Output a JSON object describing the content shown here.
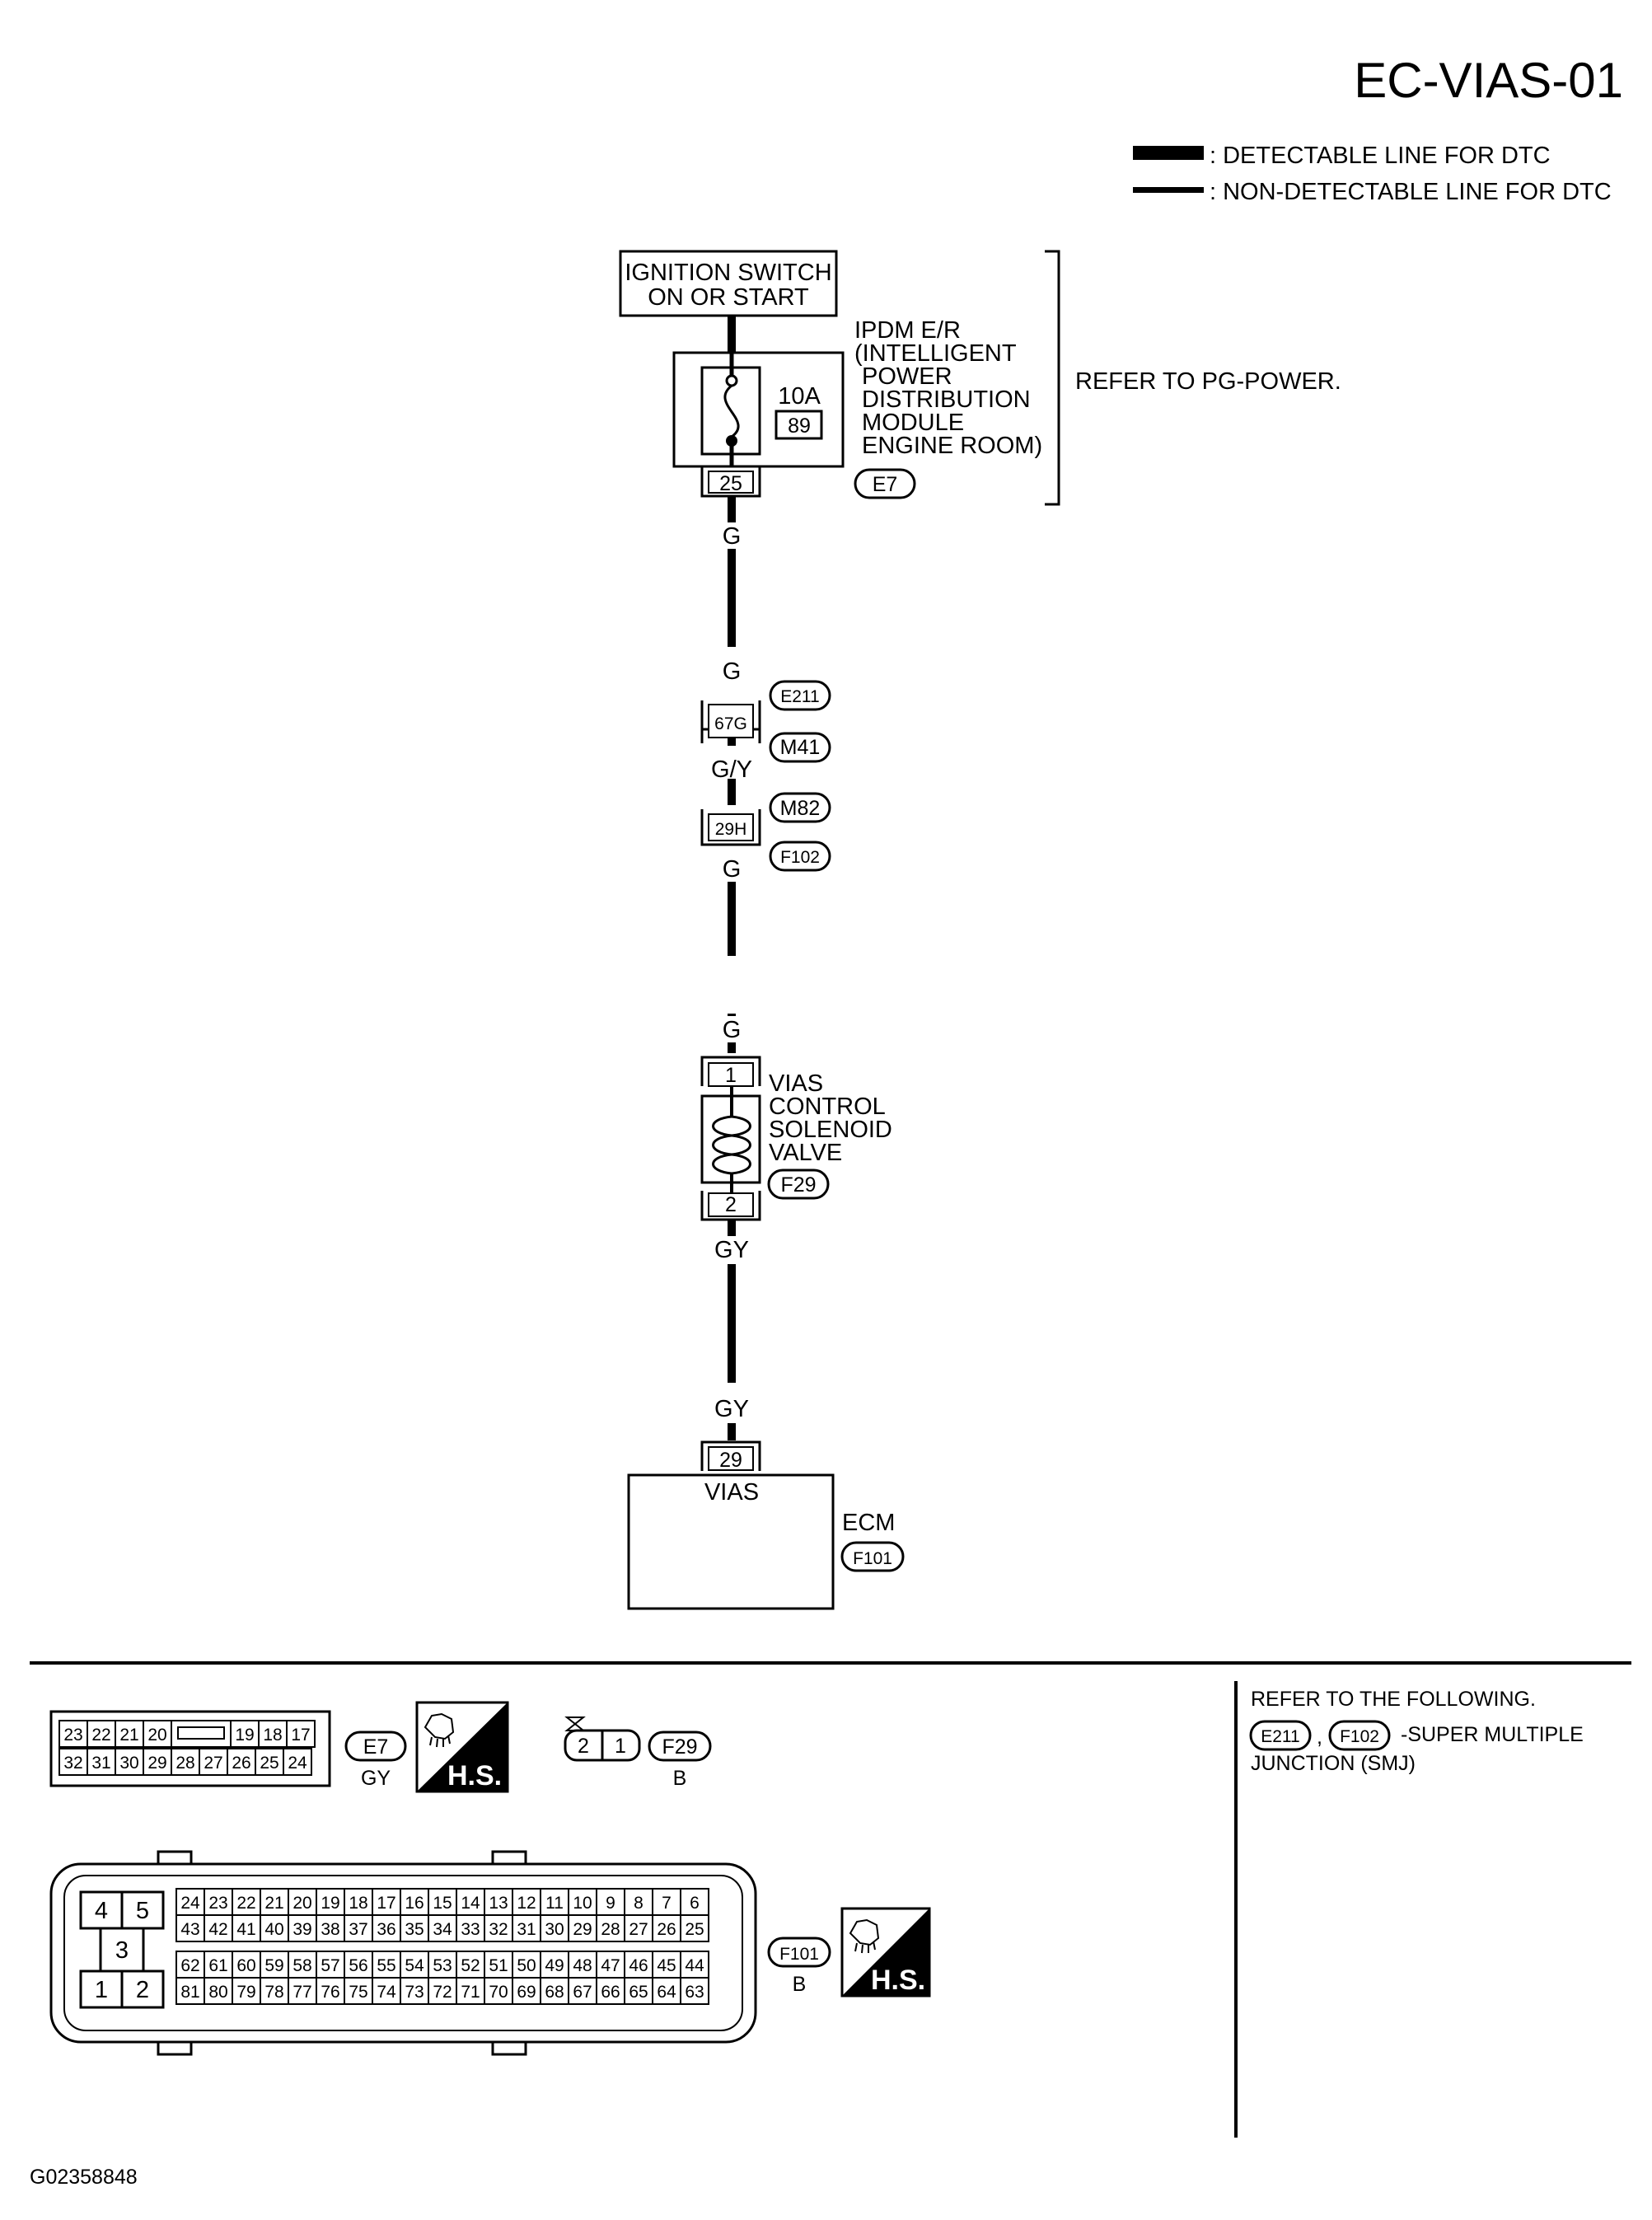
{
  "header": {
    "page_code": "EC-VIAS-01",
    "legend": {
      "detectable": ": DETECTABLE LINE FOR DTC",
      "non_detectable": ": NON-DETECTABLE LINE FOR DTC"
    }
  },
  "circuit": {
    "ignition_switch": [
      "IGNITION SWITCH",
      "ON OR START"
    ],
    "ipdm": {
      "label": [
        "IPDM E/R",
        "(INTELLIGENT",
        "POWER",
        "DISTRIBUTION",
        "MODULE",
        "ENGINE ROOM)"
      ],
      "fuse_rating": "10A",
      "fuse_number": "89",
      "terminal": "25",
      "connector": "E7"
    },
    "refer_note": "REFER TO PG-POWER.",
    "wire_colors": {
      "g": "G",
      "gy_stripe": "G/Y",
      "gy": "GY"
    },
    "junction_1": {
      "terminal": "67G",
      "connector_top": "E211",
      "connector_bottom": "M41"
    },
    "junction_2": {
      "terminal": "29H",
      "connector_top": "M82",
      "connector_bottom": "F102"
    },
    "solenoid": {
      "label": [
        "VIAS",
        "CONTROL",
        "SOLENOID",
        "VALVE"
      ],
      "terminal_in": "1",
      "terminal_out": "2",
      "connector": "F29"
    },
    "ecm": {
      "label": "ECM",
      "terminal": "29",
      "pin_label": "VIAS",
      "connector": "F101"
    }
  },
  "connectors": {
    "e7": {
      "row1": [
        "23",
        "22",
        "21",
        "20",
        "",
        "19",
        "18",
        "17"
      ],
      "row2": [
        "32",
        "31",
        "30",
        "29",
        "28",
        "27",
        "26",
        "25",
        "24"
      ],
      "id": "E7",
      "color": "GY",
      "hs": "H.S."
    },
    "f29": {
      "pins": [
        "2",
        "1"
      ],
      "id": "F29",
      "color": "B"
    },
    "f101": {
      "left_top": [
        "4",
        "5"
      ],
      "left_mid": "3",
      "left_bottom": [
        "1",
        "2"
      ],
      "row1": [
        "24",
        "23",
        "22",
        "21",
        "20",
        "19",
        "18",
        "17",
        "16",
        "15",
        "14",
        "13",
        "12",
        "11",
        "10",
        "9",
        "8",
        "7",
        "6"
      ],
      "row2": [
        "43",
        "42",
        "41",
        "40",
        "39",
        "38",
        "37",
        "36",
        "35",
        "34",
        "33",
        "32",
        "31",
        "30",
        "29",
        "28",
        "27",
        "26",
        "25"
      ],
      "row3": [
        "62",
        "61",
        "60",
        "59",
        "58",
        "57",
        "56",
        "55",
        "54",
        "53",
        "52",
        "51",
        "50",
        "49",
        "48",
        "47",
        "46",
        "45",
        "44"
      ],
      "row4": [
        "81",
        "80",
        "79",
        "78",
        "77",
        "76",
        "75",
        "74",
        "73",
        "72",
        "71",
        "70",
        "69",
        "68",
        "67",
        "66",
        "65",
        "64",
        "63"
      ],
      "id": "F101",
      "color": "B",
      "hs": "H.S."
    }
  },
  "notes": {
    "refer_following": "REFER TO THE FOLLOWING.",
    "smj_conn_1": "E211",
    "smj_sep": ",",
    "smj_conn_2": "F102",
    "smj_text": "-SUPER MULTIPLE",
    "smj_text2": "JUNCTION (SMJ)"
  },
  "footer": {
    "figure_code": "G02358848"
  }
}
